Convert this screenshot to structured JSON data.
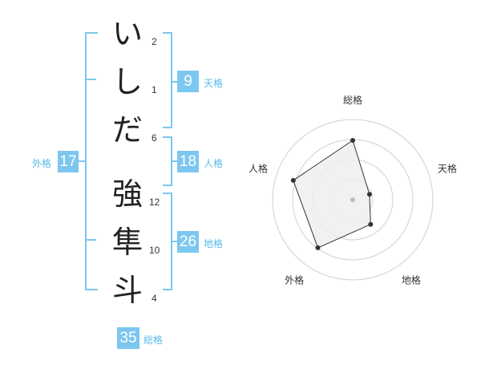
{
  "name": {
    "characters": [
      {
        "char": "い",
        "strokes": "2"
      },
      {
        "char": "し",
        "strokes": "1"
      },
      {
        "char": "だ",
        "strokes": "6"
      },
      {
        "char": "強",
        "strokes": "12"
      },
      {
        "char": "隼",
        "strokes": "10"
      },
      {
        "char": "斗",
        "strokes": "4"
      }
    ]
  },
  "kaku": {
    "tenkaku": {
      "value": "9",
      "label": "天格"
    },
    "jinkaku": {
      "value": "18",
      "label": "人格"
    },
    "chikaku": {
      "value": "26",
      "label": "地格"
    },
    "gaikaku": {
      "value": "17",
      "label": "外格"
    },
    "soukaku": {
      "value": "35",
      "label": "総格"
    }
  },
  "colors": {
    "accent": "#7cc7ef",
    "label": "#5ab8e8",
    "radar_fill": "#eeeeee",
    "radar_ring": "#d0d0d0"
  },
  "chart_data": {
    "type": "radar",
    "axes": [
      "総格",
      "天格",
      "地格",
      "外格",
      "人格"
    ],
    "values": [
      0.74,
      0.22,
      0.38,
      0.74,
      0.78
    ],
    "scale_max": 1,
    "rings": 4,
    "grid": true
  }
}
